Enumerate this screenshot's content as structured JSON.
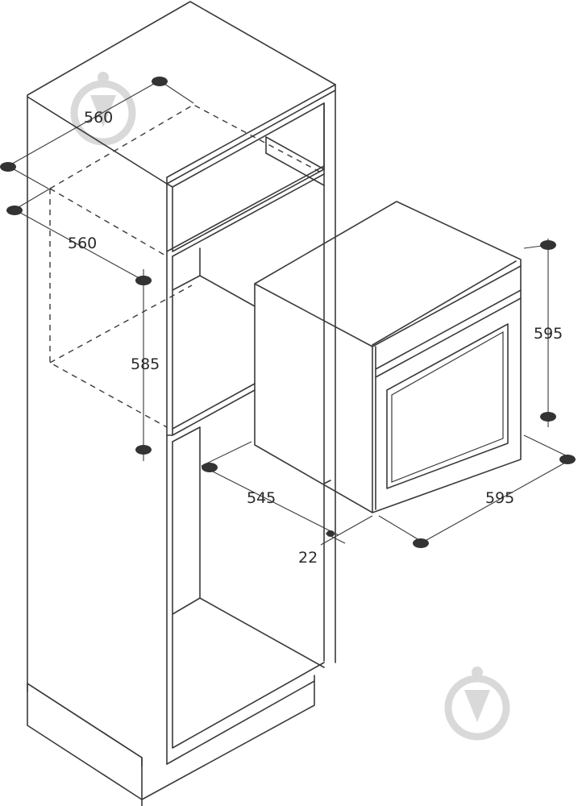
{
  "dimensions": {
    "niche_width_top": "560",
    "niche_depth": "560",
    "niche_height": "585",
    "oven_depth": "545",
    "oven_height": "595",
    "oven_width": "595",
    "front_panel_thickness": "22"
  },
  "colors": {
    "line": "#3a3a3a",
    "dot": "#333333",
    "watermark": "#d9d9d9"
  }
}
